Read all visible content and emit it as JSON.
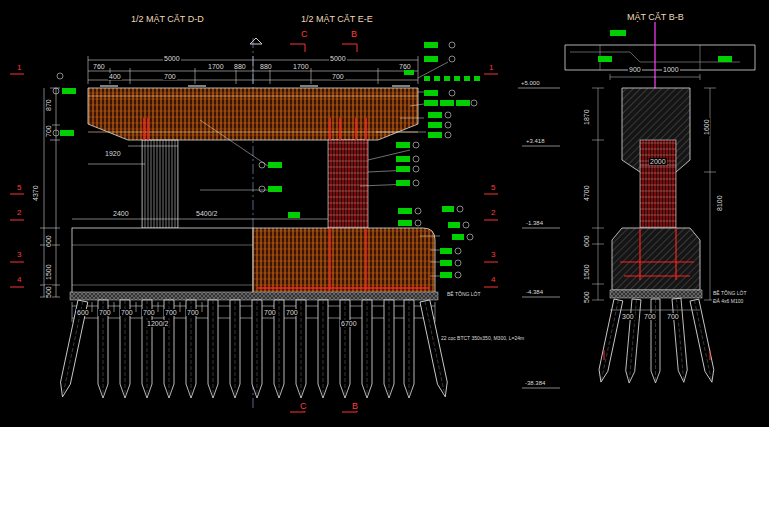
{
  "diagram": {
    "labels": [
      "1/2 MẶT CẮT D-D",
      "1/2 MẶT CẮT E-E",
      "MẶT CẮT B-B",
      "C",
      "B",
      "C",
      "B",
      "760",
      "5000",
      "1700",
      "880",
      "880",
      "1700",
      "5000",
      "760",
      "400",
      "700",
      "700",
      "1920",
      "2400",
      "5400/2",
      "870",
      "700",
      "4370",
      "600",
      "1500",
      "500",
      "1",
      "5",
      "2",
      "3",
      "4",
      "1",
      "5",
      "2",
      "3",
      "4",
      "600",
      "700",
      "700",
      "700",
      "700",
      "700",
      "700",
      "700",
      "6700",
      "1200/2",
      "22 cọc BTCT 350x350, M300, L=24m",
      "BÊ TÔNG LÓT",
      "+5.000",
      "+3.418",
      "-1.384",
      "-4.384",
      "-38.384",
      "900",
      "1000",
      "2000",
      "1870",
      "4700",
      "600",
      "1500",
      "500",
      "1600",
      "8100",
      "BÊ TÔNG LÓT",
      "ĐÁ 4x6 M100",
      "300",
      "700",
      "700"
    ]
  }
}
